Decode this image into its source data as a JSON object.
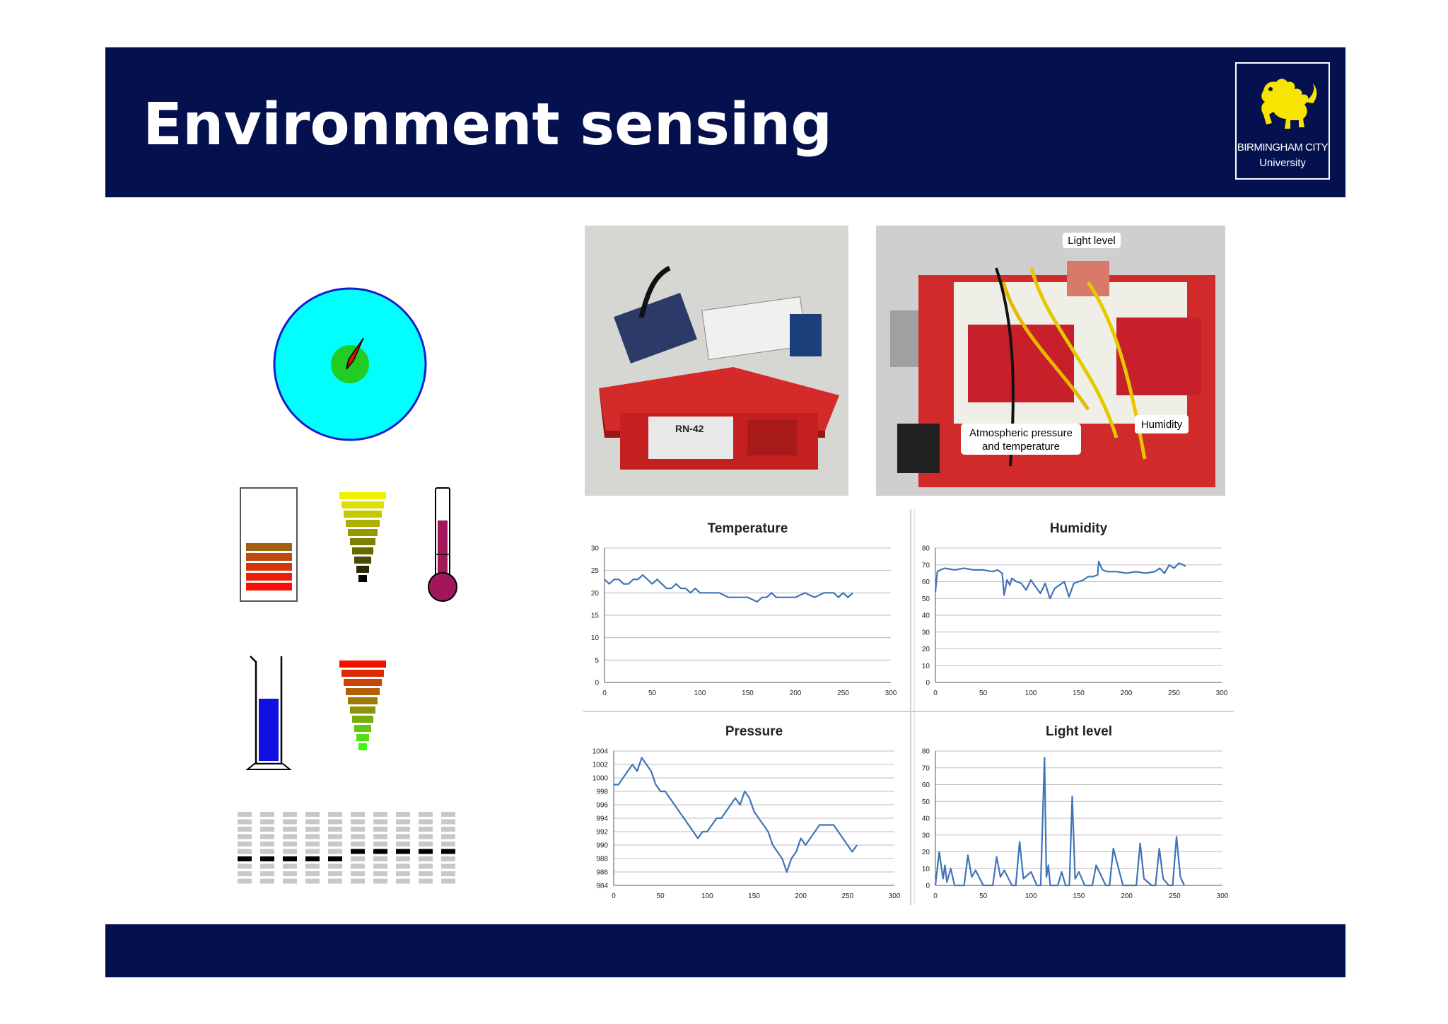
{
  "slide": {
    "title": "Environment sensing",
    "logo": {
      "line1": "BIRMINGHAM CITY",
      "line2": "University"
    },
    "colors": {
      "banner": "#05114f",
      "series": "#3f74b8",
      "gauge_face": "#00ffff",
      "gauge_rim": "#1a1ad0"
    }
  },
  "icons": [
    "compass-gauge-icon",
    "battery-level-icon",
    "level-meter-icon",
    "thermometer-icon",
    "measuring-cylinder-icon",
    "level-meter-red-green-icon",
    "equalizer-bars-icon"
  ],
  "photos": {
    "photo1": {
      "labels": [
        "RN-42"
      ]
    },
    "photo2": {
      "callouts": [
        "Light level",
        "Atmospheric pressure",
        "and temperature",
        "Humidity"
      ]
    }
  },
  "chart_data": [
    {
      "type": "line",
      "title": "Temperature",
      "xlim": [
        0,
        300
      ],
      "ylim": [
        0,
        30
      ],
      "xticks": [
        0,
        50,
        100,
        150,
        200,
        250,
        300
      ],
      "yticks": [
        0,
        5,
        10,
        15,
        20,
        25,
        30
      ],
      "grid": true,
      "x": [
        0,
        5,
        10,
        15,
        20,
        25,
        30,
        35,
        40,
        45,
        50,
        55,
        60,
        65,
        70,
        75,
        80,
        85,
        90,
        95,
        100,
        110,
        120,
        130,
        140,
        150,
        160,
        165,
        170,
        175,
        180,
        190,
        200,
        210,
        220,
        230,
        240,
        245,
        250,
        255,
        260
      ],
      "y": [
        23,
        22,
        23,
        23,
        22,
        22,
        23,
        23,
        24,
        23,
        22,
        23,
        22,
        21,
        21,
        22,
        21,
        21,
        20,
        21,
        20,
        20,
        20,
        19,
        19,
        19,
        18,
        19,
        19,
        20,
        19,
        19,
        19,
        20,
        19,
        20,
        20,
        19,
        20,
        19,
        20
      ]
    },
    {
      "type": "line",
      "title": "Humidity",
      "xlim": [
        0,
        300
      ],
      "ylim": [
        0,
        80
      ],
      "xticks": [
        0,
        50,
        100,
        150,
        200,
        250,
        300
      ],
      "yticks": [
        0,
        10,
        20,
        30,
        40,
        50,
        60,
        70,
        80
      ],
      "grid": true,
      "x": [
        0,
        2,
        5,
        10,
        20,
        30,
        40,
        50,
        60,
        65,
        70,
        72,
        75,
        78,
        80,
        85,
        90,
        95,
        100,
        105,
        110,
        115,
        120,
        125,
        130,
        135,
        140,
        145,
        150,
        155,
        160,
        165,
        170,
        171,
        175,
        180,
        190,
        200,
        210,
        220,
        230,
        235,
        240,
        245,
        250,
        255,
        260,
        262
      ],
      "y": [
        54,
        66,
        67,
        68,
        67,
        68,
        67,
        67,
        66,
        67,
        65,
        52,
        61,
        58,
        62,
        60,
        59,
        55,
        61,
        57,
        53,
        59,
        50,
        56,
        58,
        60,
        51,
        59,
        60,
        61,
        63,
        63,
        64,
        72,
        67,
        66,
        66,
        65,
        66,
        65,
        66,
        68,
        65,
        70,
        68,
        71,
        70,
        69
      ]
    },
    {
      "type": "line",
      "title": "Pressure",
      "xlim": [
        0,
        300
      ],
      "ylim": [
        984,
        1004
      ],
      "xticks": [
        0,
        50,
        100,
        150,
        200,
        250,
        300
      ],
      "yticks": [
        984,
        986,
        988,
        990,
        992,
        994,
        996,
        998,
        1000,
        1002,
        1004
      ],
      "grid": true,
      "x": [
        0,
        5,
        10,
        15,
        20,
        25,
        30,
        35,
        40,
        45,
        50,
        55,
        60,
        65,
        70,
        75,
        80,
        85,
        90,
        95,
        100,
        105,
        110,
        115,
        120,
        125,
        130,
        135,
        140,
        145,
        150,
        155,
        160,
        165,
        170,
        175,
        180,
        185,
        190,
        195,
        200,
        205,
        210,
        215,
        220,
        225,
        230,
        235,
        240,
        245,
        250,
        255,
        260
      ],
      "y": [
        999,
        999,
        1000,
        1001,
        1002,
        1001,
        1003,
        1002,
        1001,
        999,
        998,
        998,
        997,
        996,
        995,
        994,
        993,
        992,
        991,
        992,
        992,
        993,
        994,
        994,
        995,
        996,
        997,
        996,
        998,
        997,
        995,
        994,
        993,
        992,
        990,
        989,
        988,
        986,
        988,
        989,
        991,
        990,
        991,
        992,
        993,
        993,
        993,
        993,
        992,
        991,
        990,
        989,
        990
      ]
    },
    {
      "type": "line",
      "title": "Light level",
      "xlim": [
        0,
        300
      ],
      "ylim": [
        0,
        80
      ],
      "xticks": [
        0,
        50,
        100,
        150,
        200,
        250,
        300
      ],
      "yticks": [
        0,
        10,
        20,
        30,
        40,
        50,
        60,
        70,
        80
      ],
      "grid": true,
      "x": [
        0,
        4,
        8,
        10,
        12,
        16,
        20,
        30,
        34,
        38,
        42,
        50,
        55,
        60,
        64,
        68,
        72,
        80,
        84,
        88,
        92,
        100,
        106,
        110,
        114,
        116,
        118,
        120,
        122,
        124,
        128,
        132,
        136,
        140,
        143,
        146,
        150,
        156,
        160,
        164,
        168,
        178,
        182,
        186,
        196,
        200,
        206,
        210,
        214,
        218,
        226,
        230,
        234,
        238,
        244,
        248,
        252,
        256,
        260
      ],
      "y": [
        0,
        20,
        4,
        12,
        2,
        10,
        0,
        0,
        18,
        5,
        9,
        0,
        0,
        0,
        17,
        5,
        9,
        0,
        0,
        26,
        4,
        8,
        0,
        0,
        76,
        5,
        12,
        0,
        0,
        0,
        0,
        8,
        0,
        0,
        53,
        4,
        8,
        0,
        0,
        0,
        12,
        0,
        0,
        22,
        0,
        0,
        0,
        0,
        25,
        4,
        0,
        0,
        22,
        4,
        0,
        0,
        29,
        5,
        0
      ]
    }
  ]
}
